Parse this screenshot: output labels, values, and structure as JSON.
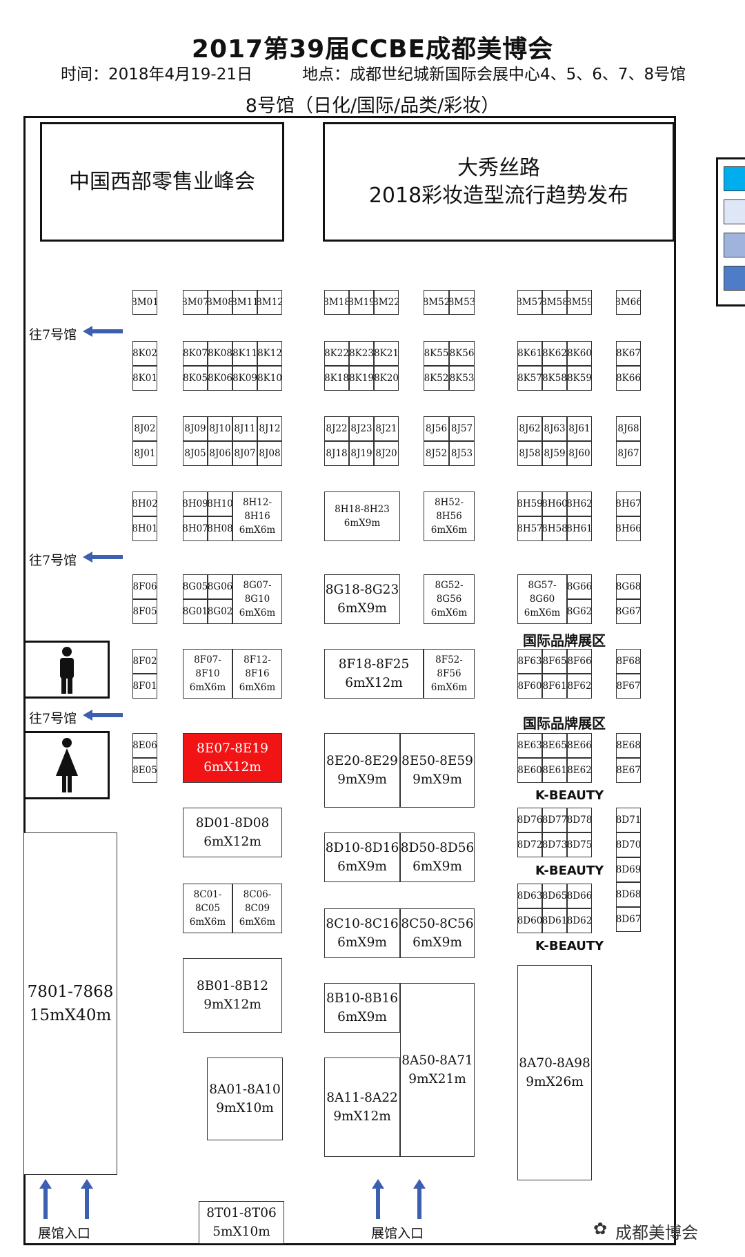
{
  "header": {
    "title": "2017第39届CCBE成都美博会",
    "time": "时间：2018年4月19-21日",
    "location": "地点：成都世纪城新国际会展中心4、5、6、7、8号馆",
    "hall": "8号馆（日化/国际/品类/彩妆）"
  },
  "areas": {
    "summit": "中国西部零售业峰会",
    "show_line1": "大秀丝路",
    "show_line2": "2018彩妆造型流行趋势发布"
  },
  "directions": {
    "to_hall7": "往7号馆",
    "entrance": "展馆入口"
  },
  "zones": {
    "intl": "国际品牌展区",
    "kbeauty": "K-BEAUTY"
  },
  "legend_colors": [
    "#00aef0",
    "#dfe6f6",
    "#9fb3dd",
    "#4f7cc6"
  ],
  "highlight_color": "#f21414",
  "watermark": "成都美博会",
  "booths": {
    "M": [
      "8M01",
      "8M07",
      "8M08",
      "8M11",
      "8M12",
      "8M18",
      "8M19",
      "8M22",
      "8M52",
      "8M53",
      "8M57",
      "8M58",
      "8M59",
      "8M66"
    ],
    "K_top": [
      "8K02",
      "8K07",
      "8K08",
      "8K11",
      "8K12",
      "8K22",
      "8K23",
      "8K21",
      "8K55",
      "8K56",
      "8K61",
      "8K62",
      "8K60",
      "8K67"
    ],
    "K_bot": [
      "8K01",
      "8K05",
      "8K06",
      "8K09",
      "8K10",
      "8K18",
      "8K19",
      "8K20",
      "8K52",
      "8K53",
      "8K57",
      "8K58",
      "8K59",
      "8K66"
    ],
    "J_top": [
      "8J02",
      "8J09",
      "8J10",
      "8J11",
      "8J12",
      "8J22",
      "8J23",
      "8J21",
      "8J56",
      "8J57",
      "8J62",
      "8J63",
      "8J61",
      "8J68"
    ],
    "J_bot": [
      "8J01",
      "8J05",
      "8J06",
      "8J07",
      "8J08",
      "8J18",
      "8J19",
      "8J20",
      "8J52",
      "8J53",
      "8J58",
      "8J59",
      "8J60",
      "8J67"
    ],
    "H_top": [
      "8H02",
      "8H09",
      "8H10",
      "8H59",
      "8H60",
      "8H62",
      "8H67"
    ],
    "H_bot": [
      "8H01",
      "8H07",
      "8H08",
      "8H57",
      "8H58",
      "8H61",
      "8H66"
    ],
    "H_blocks": [
      "8H12-\n8H16\n6mX6m",
      "8H18-8H23\n6mX9m",
      "8H52-\n8H56\n6mX6m"
    ],
    "G_left": [
      "8F06",
      "8F05"
    ],
    "G_top": [
      "8G05",
      "8G06"
    ],
    "G_bot": [
      "8G01",
      "8G02"
    ],
    "G_blocks": [
      "8G07-\n8G10\n6mX6m",
      "8G18-8G23\n6mX9m",
      "8G52-\n8G56\n6mX6m",
      "8G57-\n8G60\n6mX6m"
    ],
    "G_right": [
      "8G66",
      "8G62",
      "8G68",
      "8G67"
    ],
    "F_left": [
      "8F02",
      "8F01"
    ],
    "F_blocks": [
      "8F07-\n8F10\n6mX6m",
      "8F12-\n8F16\n6mX6m",
      "8F18-8F25\n6mX12m",
      "8F52-\n8F56\n6mX6m"
    ],
    "F_right_top": [
      "8F63",
      "8F65",
      "8F66"
    ],
    "F_right_bot": [
      "8F60",
      "8F61",
      "8F62"
    ],
    "F_far": [
      "8F68",
      "8F67"
    ],
    "E_left": [
      "8E06",
      "8E05"
    ],
    "E_red": "8E07-8E19\n6mX12m",
    "E_blocks": [
      "8E20-8E29\n9mX9m",
      "8E50-8E59\n9mX9m"
    ],
    "E_right_top": [
      "8E63",
      "8E65",
      "8E66"
    ],
    "E_right_bot": [
      "8E60",
      "8E61",
      "8E62"
    ],
    "E_far": [
      "8E68",
      "8E67"
    ],
    "D_blocks": [
      "8D01-8D08\n6mX12m",
      "8D10-8D16\n6mX9m",
      "8D50-8D56\n6mX9m"
    ],
    "D_right1_top": [
      "8D76",
      "8D77",
      "8D78"
    ],
    "D_right1_bot": [
      "8D72",
      "8D73",
      "8D75"
    ],
    "D_far": [
      "8D71",
      "8D70",
      "8D69",
      "8D68",
      "8D67"
    ],
    "D_right2_top": [
      "8D63",
      "8D65",
      "8D66"
    ],
    "D_right2_bot": [
      "8D60",
      "8D61",
      "8D62"
    ],
    "C_blocks": [
      "8C01-\n8C05\n6mX6m",
      "8C06-\n8C09\n6mX6m",
      "8C10-8C16\n6mX9m",
      "8C50-8C56\n6mX9m"
    ],
    "B_blocks": [
      "8B01-8B12\n9mX12m",
      "8B10-8B16\n6mX9m"
    ],
    "A_blocks": [
      "8A01-8A10\n9mX10m",
      "8A11-8A22\n9mX12m",
      "8A50-8A71\n9mX21m",
      "8A70-8A98\n9mX26m"
    ],
    "big_left": "7801-7868\n15mX40m",
    "T_block": "8T01-8T06\n5mX10m"
  }
}
